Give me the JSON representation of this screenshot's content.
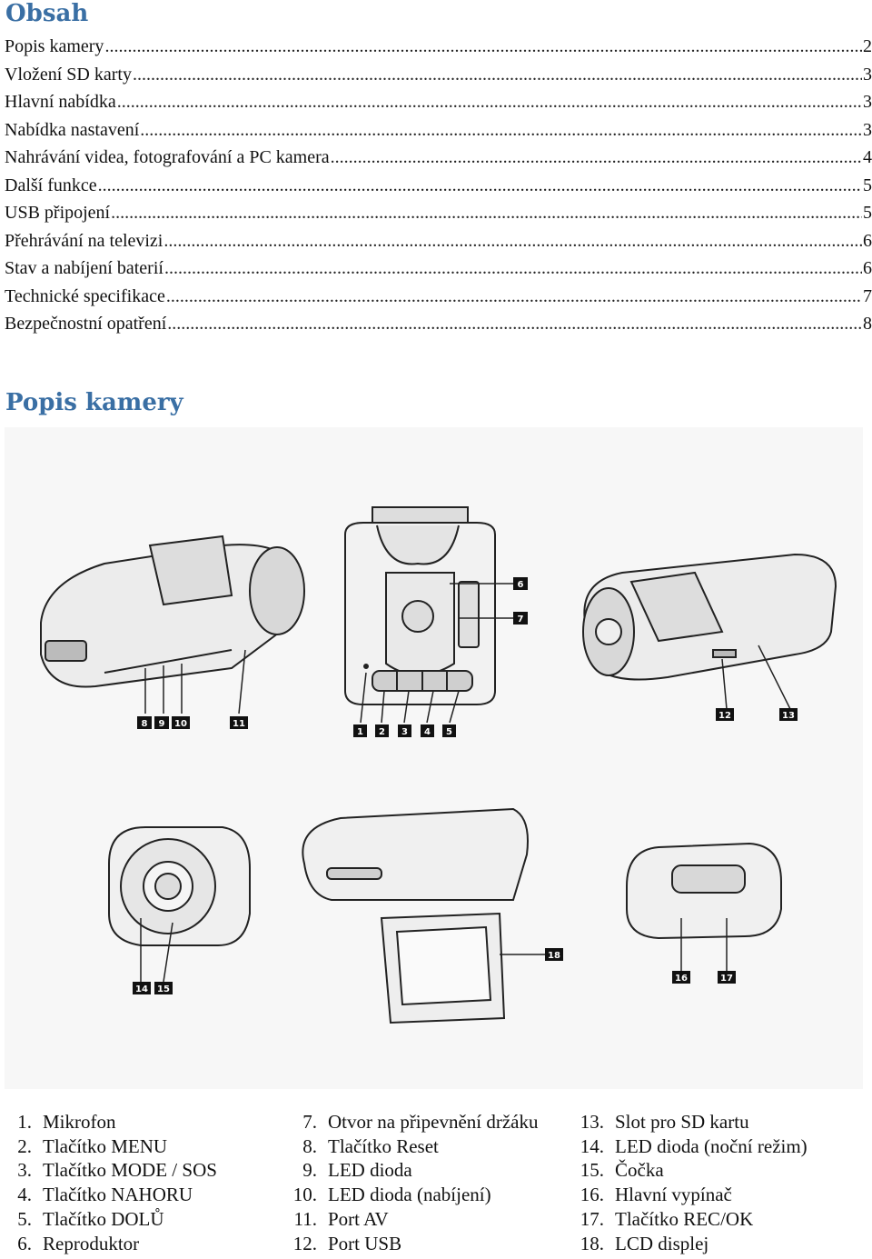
{
  "contents": {
    "heading": "Obsah",
    "entries": [
      {
        "title": "Popis kamery",
        "page": "2"
      },
      {
        "title": "Vložení SD karty",
        "page": "3"
      },
      {
        "title": "Hlavní nabídka",
        "page": "3"
      },
      {
        "title": "Nabídka nastavení",
        "page": "3"
      },
      {
        "title": "Nahrávání videa, fotografování a PC kamera",
        "page": "4"
      },
      {
        "title": "Další funkce",
        "page": "5"
      },
      {
        "title": "USB připojení",
        "page": "5"
      },
      {
        "title": "Přehrávání na televizi",
        "page": "6"
      },
      {
        "title": "Stav a nabíjení baterií",
        "page": "6"
      },
      {
        "title": "Technické specifikace",
        "page": "7"
      },
      {
        "title": "Bezpečnostní opatření",
        "page": "8"
      }
    ]
  },
  "section": {
    "heading": "Popis kamery",
    "callouts": [
      "1",
      "2",
      "3",
      "4",
      "5",
      "6",
      "7",
      "8",
      "9",
      "10",
      "11",
      "12",
      "13",
      "14",
      "15",
      "16",
      "17",
      "18"
    ]
  },
  "legend": {
    "col1": [
      {
        "num": "1.",
        "label": "Mikrofon"
      },
      {
        "num": "2.",
        "label": "Tlačítko MENU"
      },
      {
        "num": "3.",
        "label": "Tlačítko MODE / SOS"
      },
      {
        "num": "4.",
        "label": "Tlačítko NAHORU"
      },
      {
        "num": "5.",
        "label": "Tlačítko DOLŮ"
      },
      {
        "num": "6.",
        "label": "Reproduktor"
      }
    ],
    "col2": [
      {
        "num": "7.",
        "label": "Otvor na připevnění držáku"
      },
      {
        "num": "8.",
        "label": "Tlačítko Reset"
      },
      {
        "num": "9.",
        "label": "LED dioda"
      },
      {
        "num": "10.",
        "label": "LED dioda (nabíjení)"
      },
      {
        "num": "11.",
        "label": "Port AV"
      },
      {
        "num": "12.",
        "label": "Port USB"
      }
    ],
    "col3": [
      {
        "num": "13.",
        "label": "Slot pro SD kartu"
      },
      {
        "num": "14.",
        "label": "LED dioda (noční režim)"
      },
      {
        "num": "15.",
        "label": "Čočka"
      },
      {
        "num": "16.",
        "label": "Hlavní vypínač"
      },
      {
        "num": "17.",
        "label": "Tlačítko REC/OK"
      },
      {
        "num": "18.",
        "label": "LCD displej"
      }
    ]
  }
}
